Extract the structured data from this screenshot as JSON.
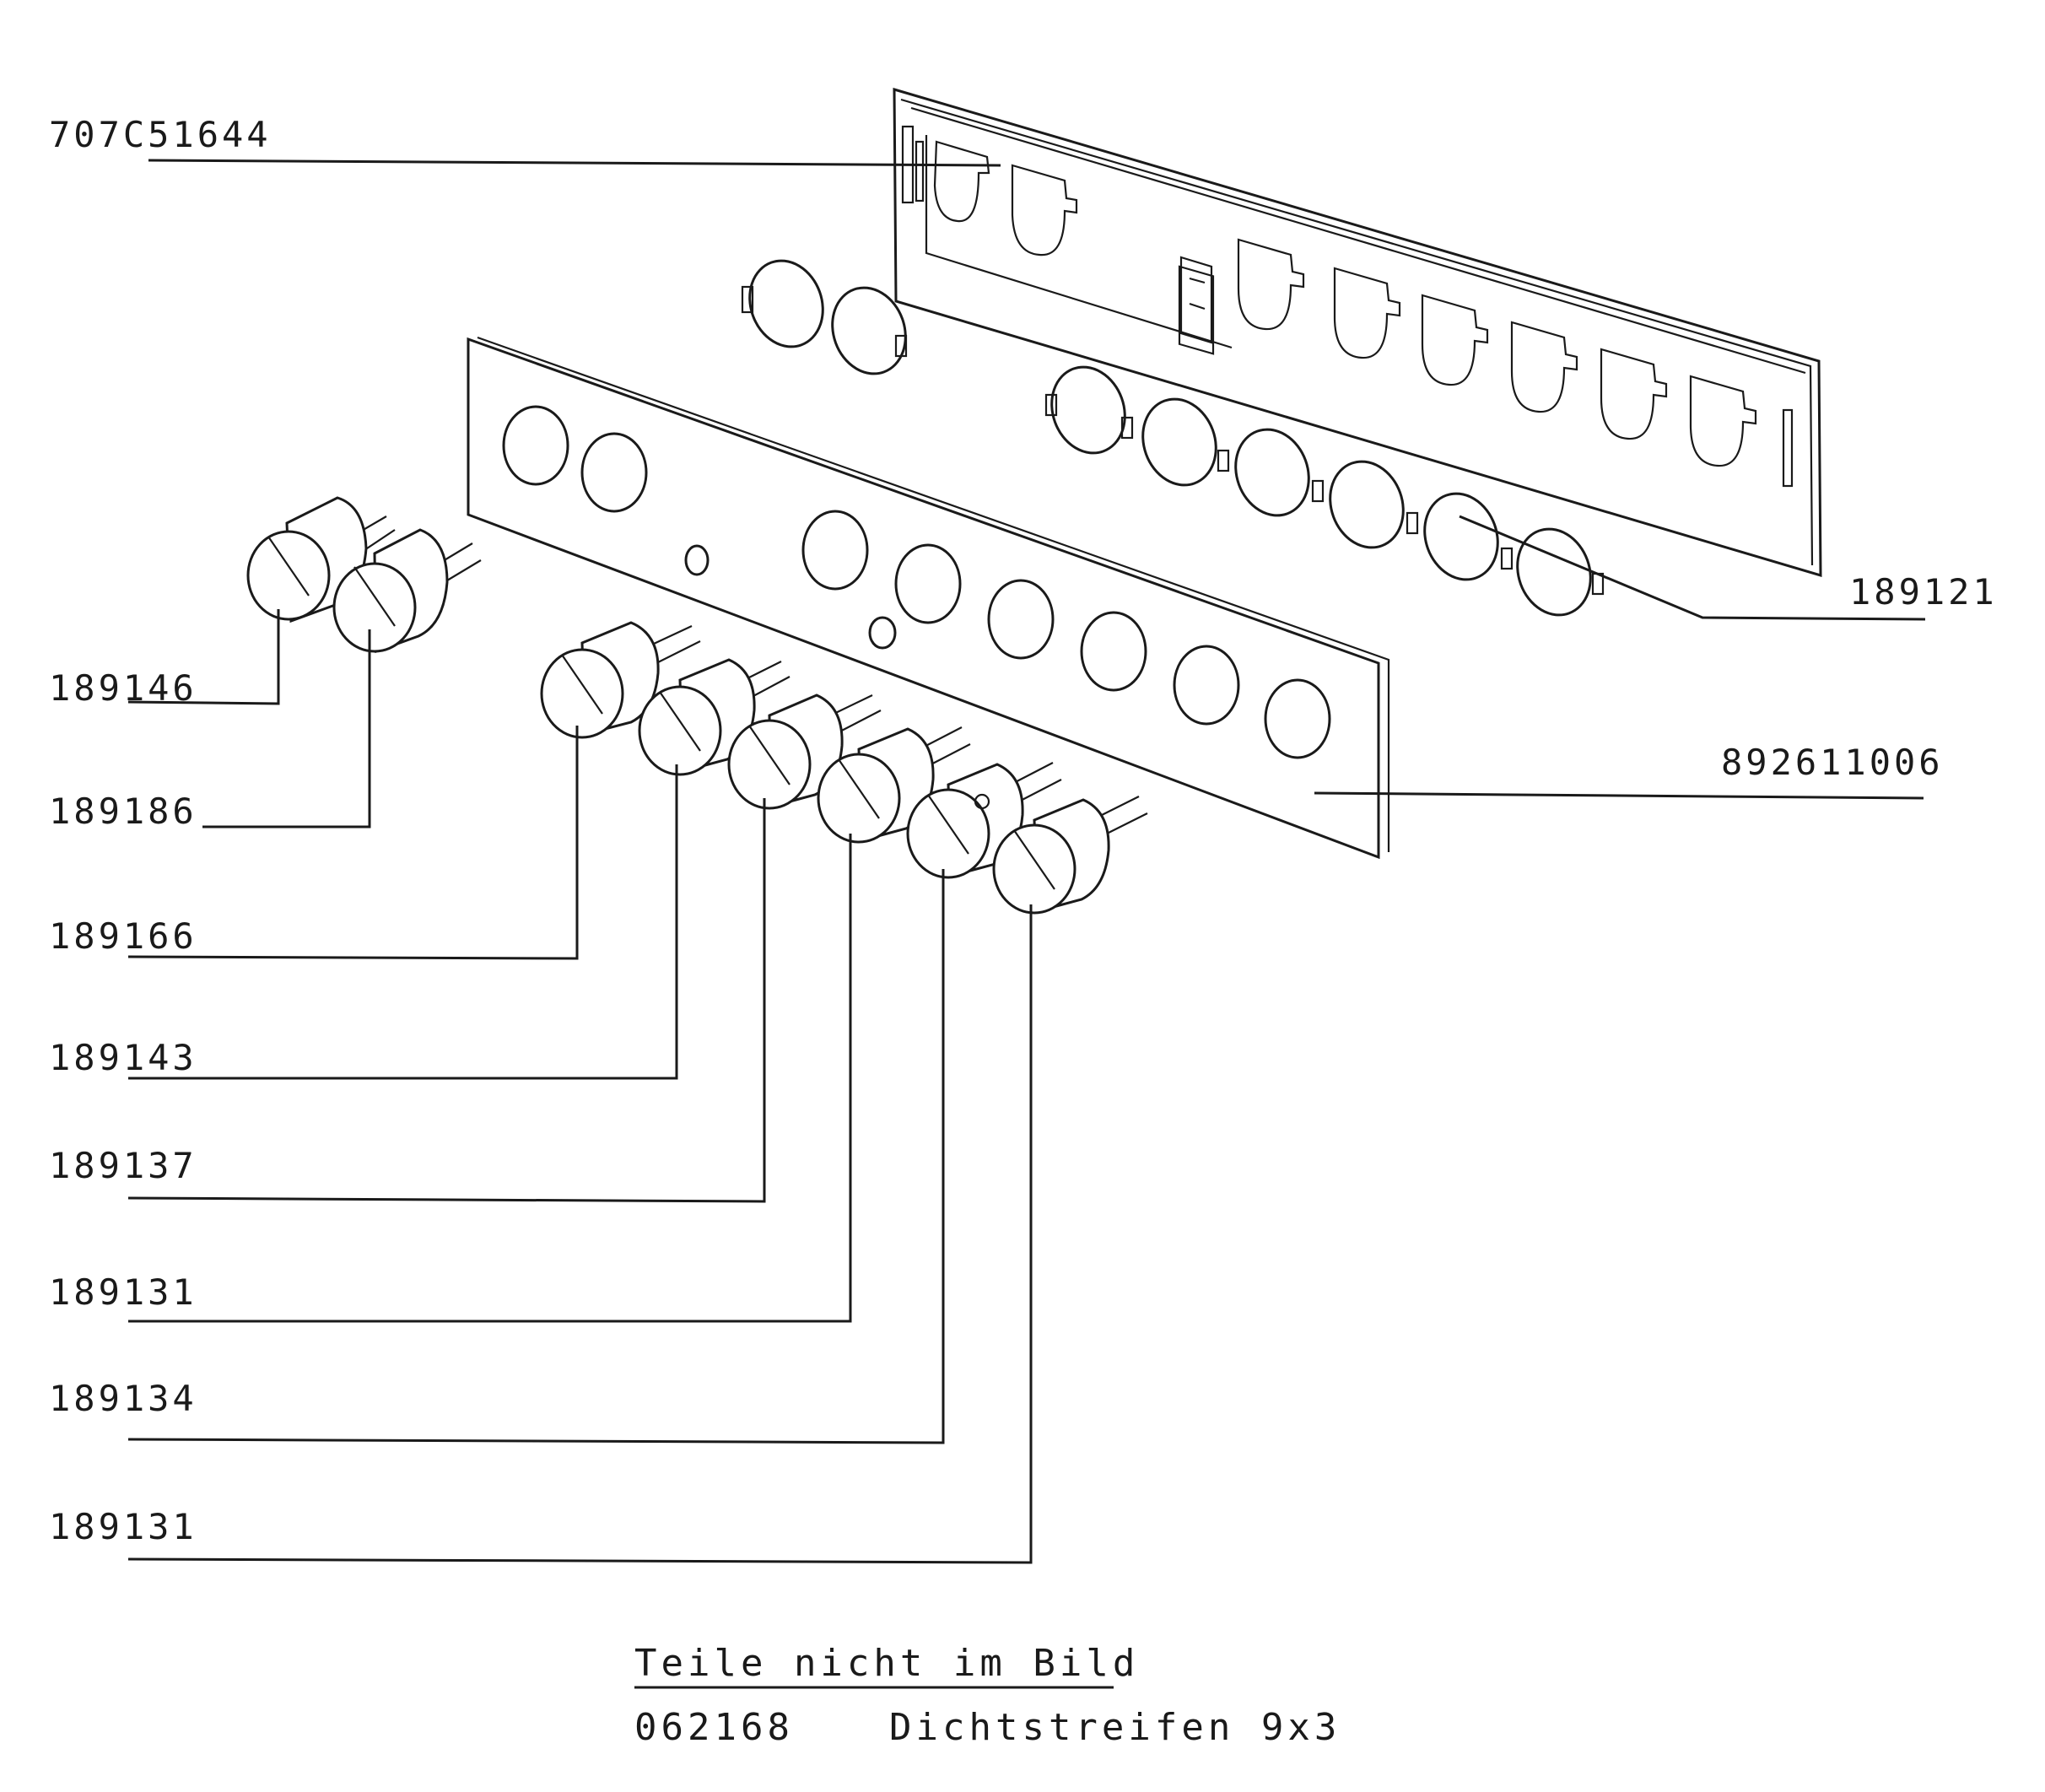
{
  "labels": {
    "part_707051644": "707C51644",
    "part_189121": "189121",
    "part_892611006": "892611006",
    "part_189146": "189146",
    "part_189186": "189186",
    "part_189166": "189166",
    "part_189143": "189143",
    "part_189137": "189137",
    "part_189131_a": "189131",
    "part_189134": "189134",
    "part_189131_b": "189131"
  },
  "notes": {
    "heading": "Teile nicht im Bild",
    "item_number": "062168",
    "item_name": "Dichtstreifen 9x3"
  }
}
